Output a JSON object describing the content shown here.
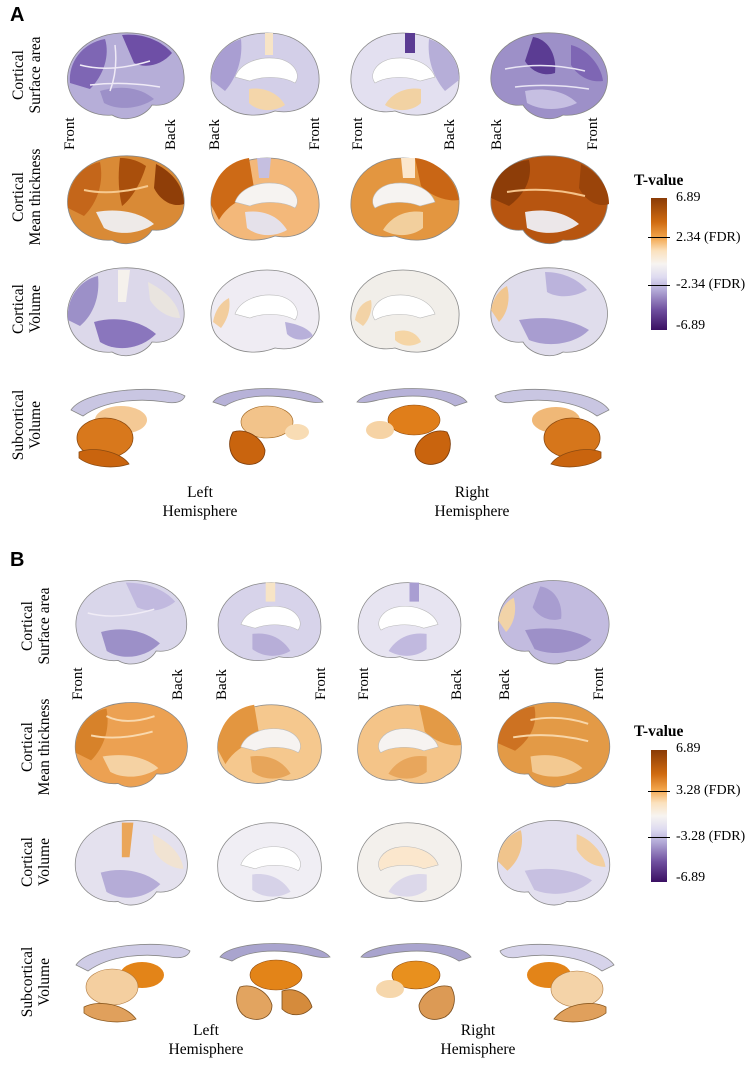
{
  "panels": [
    {
      "label": "A",
      "rows": [
        {
          "line1": "Cortical",
          "line2": "Surface area"
        },
        {
          "line1": "Cortical",
          "line2": "Mean thickness"
        },
        {
          "line1": "Cortical",
          "line2": "Volume"
        },
        {
          "line1": "Subcortical",
          "line2": "Volume"
        }
      ],
      "orientation": [
        "Front",
        "Back",
        "Back",
        "Front",
        "Front",
        "Back",
        "Back",
        "Front"
      ],
      "hemispheres": [
        {
          "line1": "Left",
          "line2": "Hemisphere"
        },
        {
          "line1": "Right",
          "line2": "Hemisphere"
        }
      ],
      "colorbar": {
        "title": "T-value",
        "max": "6.89",
        "upper": "2.34 (FDR)",
        "lower": "-2.34 (FDR)",
        "min": "-6.89"
      }
    },
    {
      "label": "B",
      "rows": [
        {
          "line1": "Cortical",
          "line2": "Surface area"
        },
        {
          "line1": "Cortical",
          "line2": "Mean thickness"
        },
        {
          "line1": "Cortical",
          "line2": "Volume"
        },
        {
          "line1": "Subcortical",
          "line2": "Volume"
        }
      ],
      "orientation": [
        "Front",
        "Back",
        "Back",
        "Front",
        "Front",
        "Back",
        "Back",
        "Front"
      ],
      "hemispheres": [
        {
          "line1": "Left",
          "line2": "Hemisphere"
        },
        {
          "line1": "Right",
          "line2": "Hemisphere"
        }
      ],
      "colorbar": {
        "title": "T-value",
        "max": "6.89",
        "upper": "3.28 (FDR)",
        "lower": "-3.28 (FDR)",
        "min": "-6.89"
      }
    }
  ],
  "colors": {
    "orange_dark": "#a0460a",
    "orange": "#e0892c",
    "orange_light": "#f6c98f",
    "neutral": "#f2f0ef",
    "purple_light": "#c9c3e4",
    "purple": "#8a76bd",
    "purple_dark": "#4b2380"
  }
}
